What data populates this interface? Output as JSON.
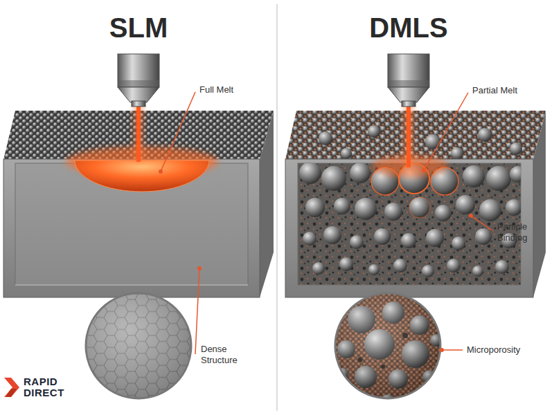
{
  "diagram": {
    "labels": [
      "SLM",
      "Full Melt",
      "Dense Structure",
      "DMLS",
      "Partial Melt",
      "Particle Binding",
      "Microporosity",
      "RAPID DIRECT"
    ]
  }
}
